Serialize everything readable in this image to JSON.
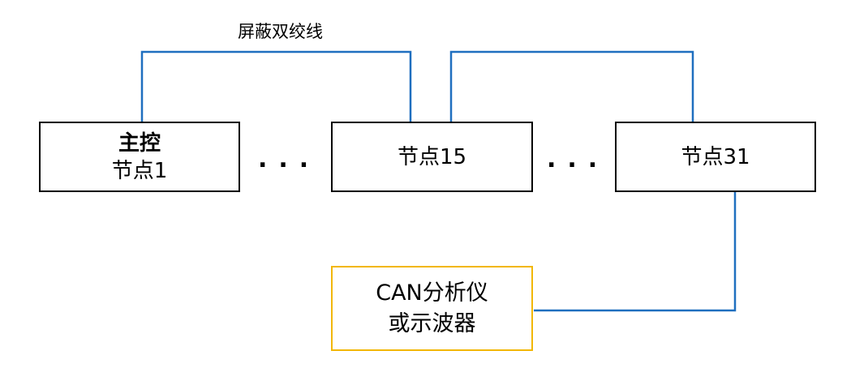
{
  "cable_label": "屏蔽双绞线",
  "nodes": {
    "master": {
      "line1": "主控",
      "line2": "节点1"
    },
    "node15": {
      "label": "节点15"
    },
    "node31": {
      "label": "节点31"
    }
  },
  "ellipsis": "...",
  "analyzer": {
    "line1": "CAN分析仪",
    "line2": "或示波器"
  },
  "colors": {
    "wire": "#1f6fbf",
    "analyzer_border": "#f2b705",
    "box_border": "#000000"
  }
}
